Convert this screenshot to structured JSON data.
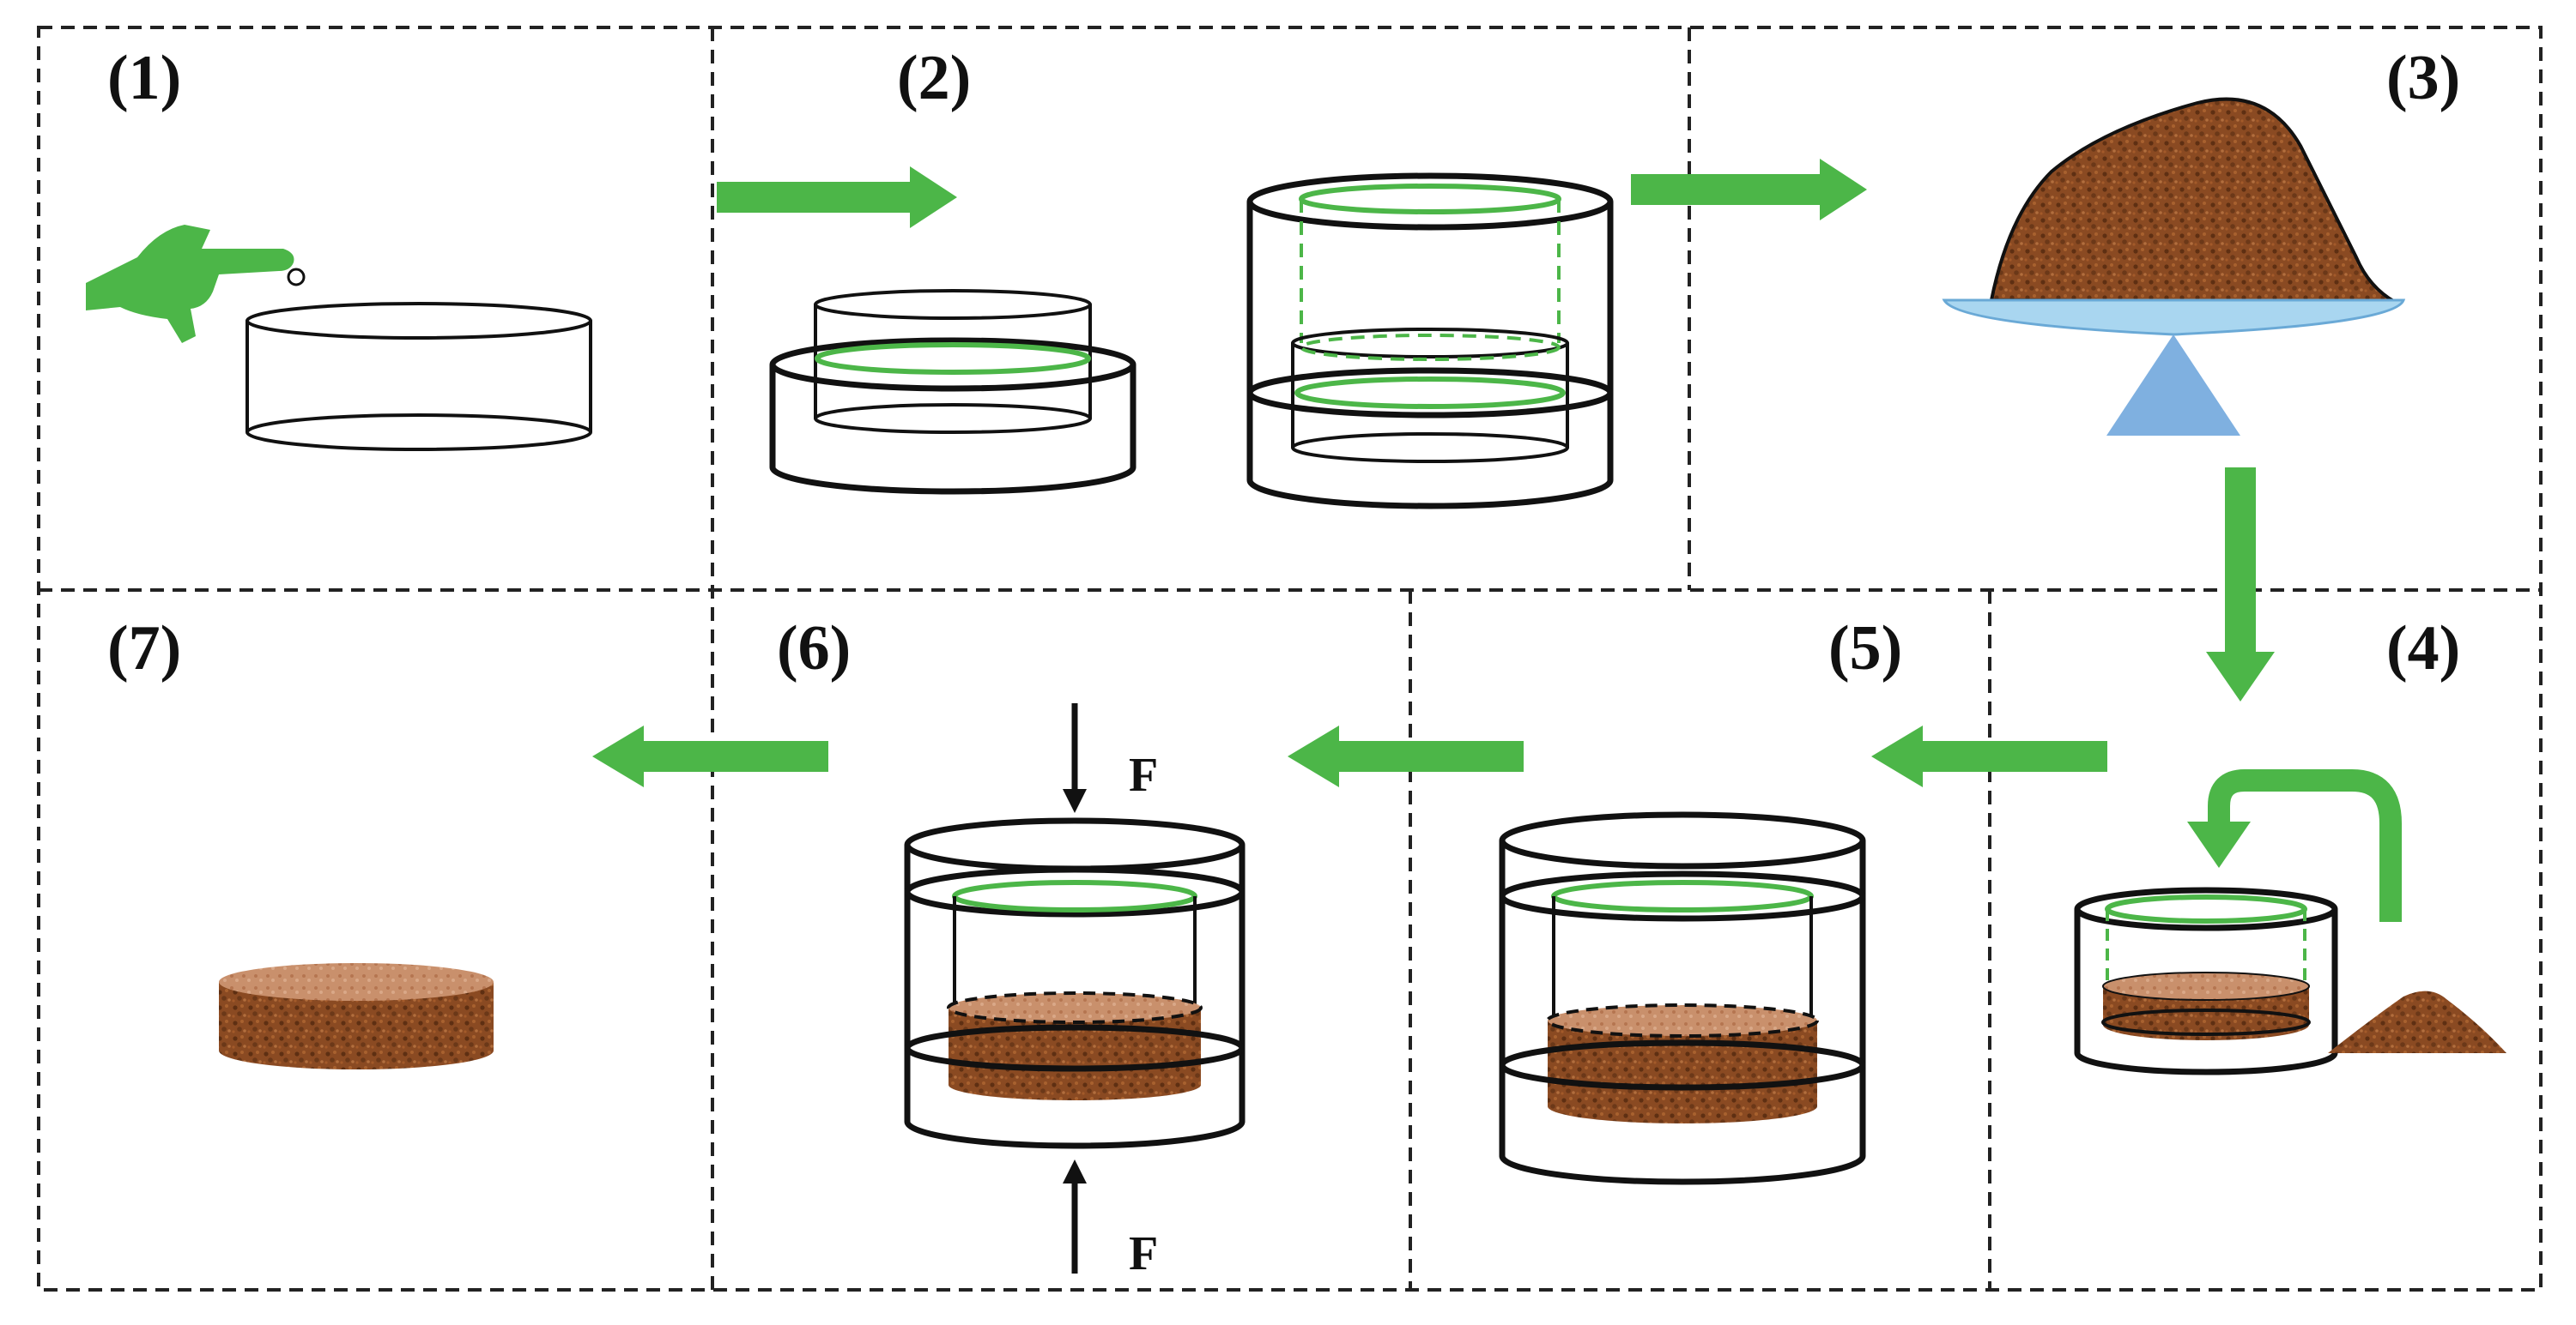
{
  "steps": [
    {
      "label": "(1)"
    },
    {
      "label": "(2)"
    },
    {
      "label": "(3)"
    },
    {
      "label": "(4)"
    },
    {
      "label": "(5)"
    },
    {
      "label": "(6)"
    },
    {
      "label": "(7)"
    }
  ],
  "force": {
    "top": "F",
    "bottom": "F"
  },
  "colors": {
    "arrow": "#4cb648",
    "soil": "#8a4a22",
    "soil_top": "#c9906c",
    "balance": "#a9d6f0",
    "balance_stand": "#7fb0e0",
    "outline": "#111111"
  },
  "icons": {
    "hand": "pointing-hand-icon",
    "balance": "balance-scale-icon"
  }
}
